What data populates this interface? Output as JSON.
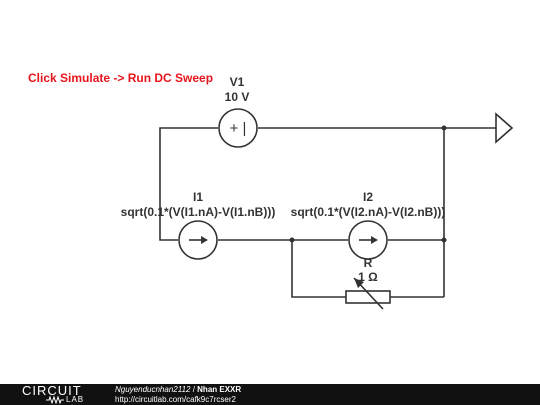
{
  "instruction": {
    "text": "Click Simulate -> Run DC Sweep",
    "color": "#e8141c"
  },
  "components": {
    "v1": {
      "name": "V1",
      "value": "10 V",
      "symbol": "+ |"
    },
    "i1": {
      "name": "I1",
      "expression": "sqrt(0.1*(V(I1.nA)-V(I1.nB)))"
    },
    "i2": {
      "name": "I2",
      "expression": "sqrt(0.1*(V(I2.nA)-V(I2.nB)))"
    },
    "r": {
      "name": "R",
      "value": "1 Ω"
    }
  },
  "footer": {
    "logo_top": "CIRCUIT",
    "logo_bottom": "LAB",
    "author": "Nguyenducnhan2112",
    "separator": " / ",
    "title": "Nhan EXXR",
    "url": "http://circuitlab.com/cafk9c7rcser2"
  },
  "colors": {
    "wire": "#333333",
    "footer_bg": "#111111"
  }
}
